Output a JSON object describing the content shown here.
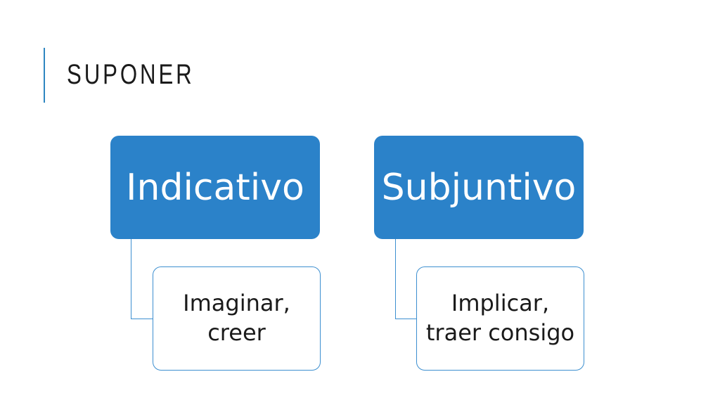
{
  "slide": {
    "title": "SUPONER"
  },
  "diagram": {
    "nodes": [
      {
        "label": "Indicativo",
        "child": "Imaginar, creer"
      },
      {
        "label": "Subjuntivo",
        "child": "Implicar, traer consigo"
      }
    ]
  },
  "colors": {
    "accent": "#2e86c1",
    "box_fill": "#2b82c9",
    "box_border": "#3d8fd0"
  }
}
